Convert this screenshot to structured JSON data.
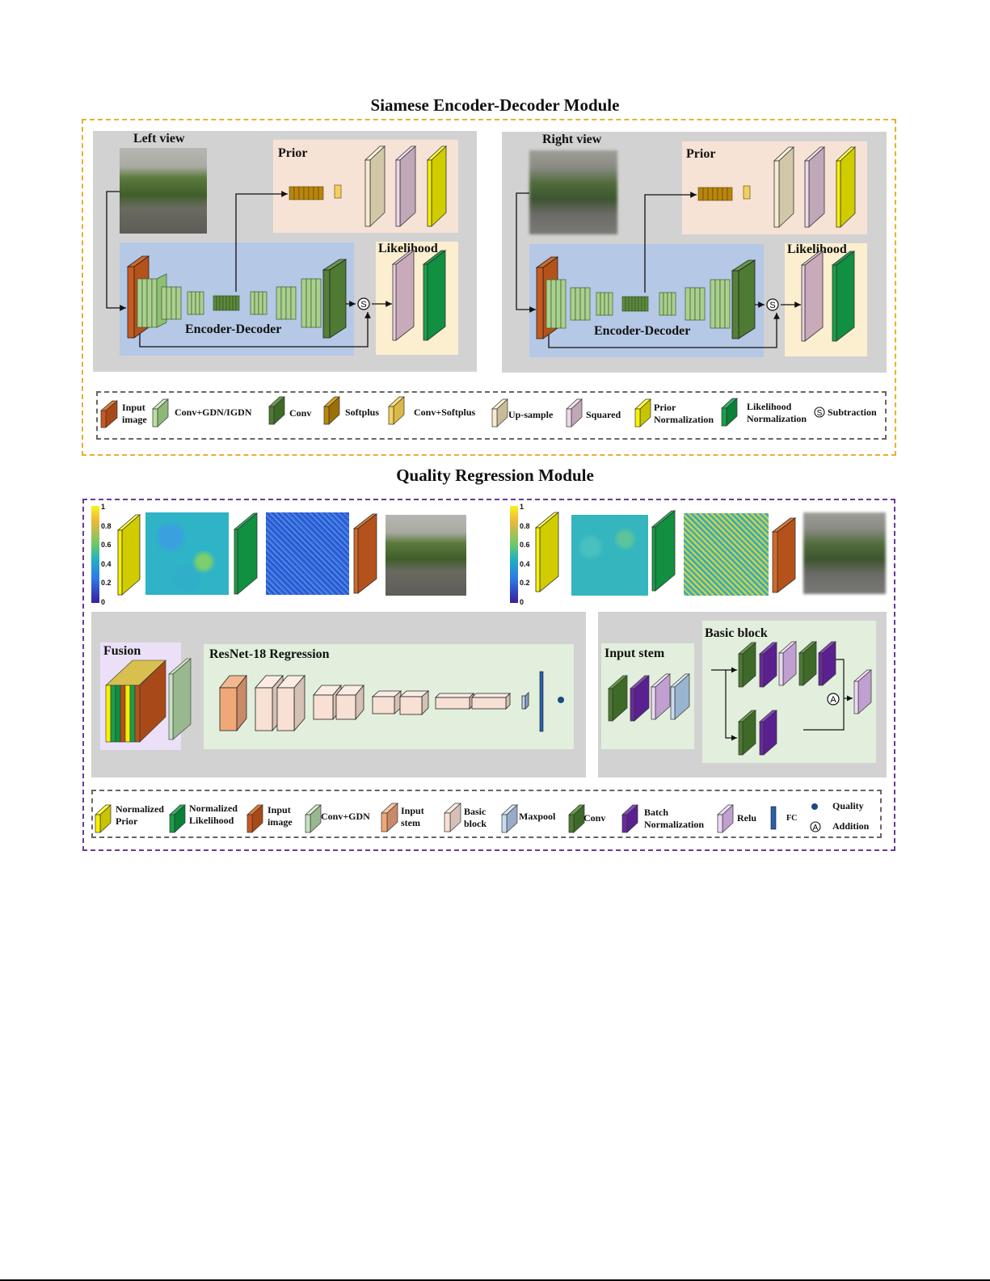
{
  "siamese": {
    "title": "Siamese Encoder-Decoder Module",
    "left": {
      "view_label": "Left view",
      "prior_label": "Prior",
      "likelihood_label": "Likelihood",
      "encdec_label": "Encoder-Decoder",
      "subtraction_symbol": "S"
    },
    "right": {
      "view_label": "Right view",
      "prior_label": "Prior",
      "likelihood_label": "Likelihood",
      "encdec_label": "Encoder-Decoder",
      "subtraction_symbol": "S"
    },
    "legend": [
      {
        "label": "Input image",
        "color": "#b5521b"
      },
      {
        "label": "Conv+GDN/IGDN",
        "color": "#a9d08e"
      },
      {
        "label": "Conv",
        "color": "#4e7a34"
      },
      {
        "label": "Softplus",
        "color": "#b8860b"
      },
      {
        "label": "Conv+Softplus",
        "color": "#f0d060"
      },
      {
        "label": "Up-sample",
        "color": "#d8d0b0"
      },
      {
        "label": "Squared",
        "color": "#c8aabb"
      },
      {
        "label": "Prior Normalization",
        "color": "#d8d000"
      },
      {
        "label": "Likelihood Normalization",
        "color": "#109040"
      },
      {
        "label": "Subtraction",
        "symbol": "S"
      }
    ],
    "frame_color": "#e8b030"
  },
  "quality": {
    "title": "Quality Regression Module",
    "colorbar_ticks": [
      "1",
      "0.8",
      "0.6",
      "0.4",
      "0.2",
      "0"
    ],
    "fusion_label": "Fusion",
    "resnet_label": "ResNet-18 Regression",
    "input_stem_label": "Input stem",
    "basic_block_label": "Basic block",
    "addition_symbol": "A",
    "legend": [
      {
        "label": "Normalized Prior",
        "color": "#e0e000"
      },
      {
        "label": "Normalized Likelihood",
        "color": "#109040"
      },
      {
        "label": "Input image",
        "color": "#b5521b"
      },
      {
        "label": "Conv+GDN",
        "color": "#b8d8a8"
      },
      {
        "label": "Input stem",
        "color": "#f0a878"
      },
      {
        "label": "Basic block",
        "color": "#f8e0d4"
      },
      {
        "label": "Maxpool",
        "color": "#a8c0e0"
      },
      {
        "label": "Conv",
        "color": "#4e7a34"
      },
      {
        "label": "Batch Normalization",
        "color": "#6a2a9a"
      },
      {
        "label": "Relu",
        "color": "#d8c0e8"
      },
      {
        "label": "FC",
        "color": "#2a60a8"
      },
      {
        "label": "Quality",
        "symbol": "dot"
      },
      {
        "label": "Addition",
        "symbol": "A"
      }
    ],
    "frame_color": "#6a3a9a"
  }
}
